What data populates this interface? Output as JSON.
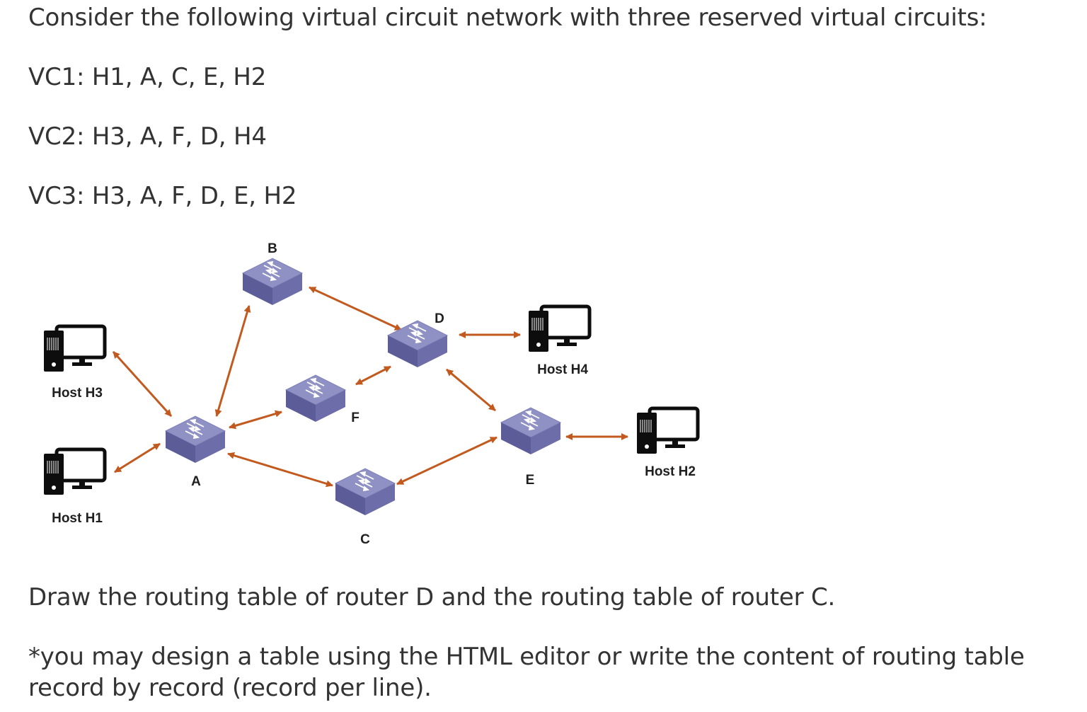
{
  "intro": "Consider the following virtual circuit network with three reserved virtual circuits:",
  "circuits": [
    "VC1: H1, A, C, E, H2",
    "VC2: H3, A, F, D, H4",
    "VC3: H3, A, F, D, E, H2"
  ],
  "diagram": {
    "routers": {
      "A": "A",
      "B": "B",
      "C": "C",
      "D": "D",
      "E": "E",
      "F": "F"
    },
    "hosts": {
      "H1": "Host H1",
      "H2": "Host H2",
      "H3": "Host H3",
      "H4": "Host H4"
    },
    "colors": {
      "link": "#c25a1f",
      "router_top": "#8f90c3",
      "router_side": "#6b6ca6",
      "router_front": "#5a5b95"
    }
  },
  "question": "Draw the routing table of router D and the routing table of router C.",
  "note_line1": "*you may design a table using the HTML editor or write the content of routing table",
  "note_line2": "record by record (record per line)."
}
